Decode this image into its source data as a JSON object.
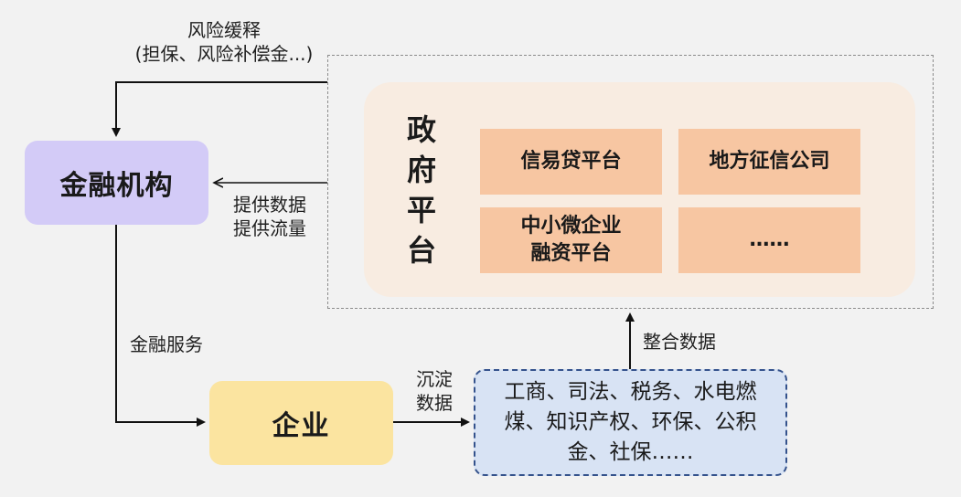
{
  "nodes": {
    "financial_institution": "金融机构",
    "enterprise": "企业",
    "gov_platform_title": "政府平台",
    "platforms": [
      "信易贷平台",
      "地方征信公司",
      "中小微企业\n融资平台",
      "……"
    ],
    "data_sources": "工商、司法、税务、水电燃煤、知识产权、环保、公积金、社保……"
  },
  "edges": {
    "risk_mitigation_title": "风险缓释",
    "risk_mitigation_detail": "(担保、风险补偿金...)",
    "provide_data": "提供数据",
    "provide_traffic": "提供流量",
    "financial_services": "金融服务",
    "accumulate_data": "沉淀\n数据",
    "integrate_data": "整合数据"
  }
}
